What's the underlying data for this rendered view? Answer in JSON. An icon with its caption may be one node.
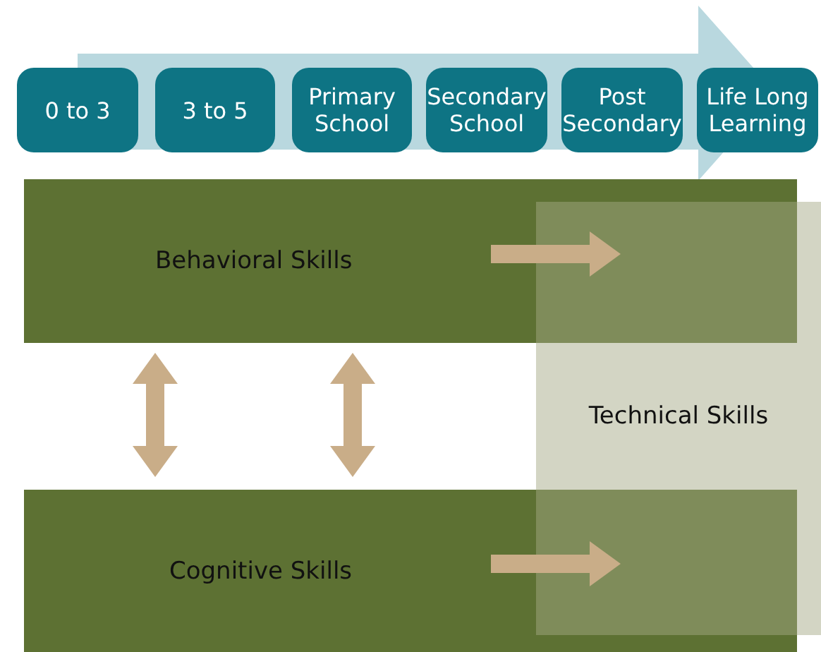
{
  "diagram": {
    "nodes": [
      {
        "text": [
          "0 to 3"
        ]
      },
      {
        "text": [
          "3 to 5"
        ]
      },
      {
        "text": [
          "Primary School"
        ]
      },
      {
        "text": [
          "Secondary School"
        ]
      },
      {
        "text": [
          "Post Secondary"
        ]
      },
      {
        "text": [
          "Life Long Learning"
        ]
      },
      {
        "text": [
          "Behavioral Skills"
        ]
      },
      {
        "text": [
          "Technical Skills"
        ]
      },
      {
        "text": [
          "Cognitive Skills"
        ]
      }
    ],
    "edges": [
      {
        "from": 6,
        "to": 7,
        "arrow": "to"
      },
      {
        "from": 6,
        "to": 8,
        "arrow": "both"
      },
      {
        "from": 6,
        "to": 8,
        "arrow": "both"
      },
      {
        "from": 8,
        "to": 7,
        "arrow": "to"
      }
    ]
  }
}
